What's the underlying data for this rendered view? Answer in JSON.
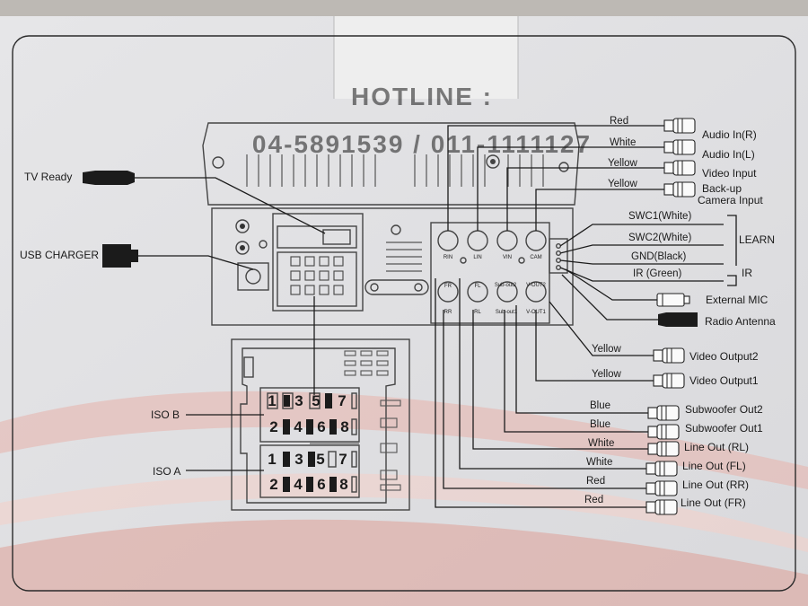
{
  "watermark": {
    "line1": "HOTLINE :",
    "line2": "04-5891539 / 011-1111127"
  },
  "left_labels": {
    "tv_ready": "TV Ready",
    "usb_charger": "USB CHARGER",
    "iso_b": "ISO B",
    "iso_a": "ISO A"
  },
  "iso_pins": {
    "row_top": [
      "1",
      "3",
      "5",
      "7"
    ],
    "row_bottom": [
      "2",
      "4",
      "6",
      "8"
    ]
  },
  "jack_labels": {
    "rin": "RIN",
    "lin": "LIN",
    "vin": "VIN",
    "cam": "CAM",
    "fr": "FR",
    "fl": "FL",
    "sub_out2": "Sub-out2",
    "v_out2": "V-OUT2",
    "rr": "RR",
    "rl": "RL",
    "sub_out1": "Sub-out1",
    "v_out1": "V-OUT1"
  },
  "wires": [
    {
      "color": "Red",
      "label": "Audio In(R)"
    },
    {
      "color": "White",
      "label": "Audio In(L)"
    },
    {
      "color": "Yellow",
      "label": "Video Input"
    },
    {
      "color": "Yellow",
      "label": "Back-up",
      "label2": "Camera Input"
    },
    {
      "color": "Yellow",
      "label": "Video Output2"
    },
    {
      "color": "Yellow",
      "label": "Video Output1"
    },
    {
      "color": "Blue",
      "label": "Subwoofer Out2"
    },
    {
      "color": "Blue",
      "label": "Subwoofer Out1"
    },
    {
      "color": "White",
      "label": "Line Out (RL)"
    },
    {
      "color": "White",
      "label": "Line Out (FL)"
    },
    {
      "color": "Red",
      "label": "Line Out (RR)"
    },
    {
      "color": "Red",
      "label": "Line Out (FR)"
    }
  ],
  "steering": {
    "swc1": "SWC1(White)",
    "swc2": "SWC2(White)",
    "gnd": "GND(Black)",
    "ir_green": "IR (Green)",
    "learn": "LEARN",
    "ir": "IR"
  },
  "misc": {
    "external_mic": "External MIC",
    "radio_antenna": "Radio Antenna"
  }
}
